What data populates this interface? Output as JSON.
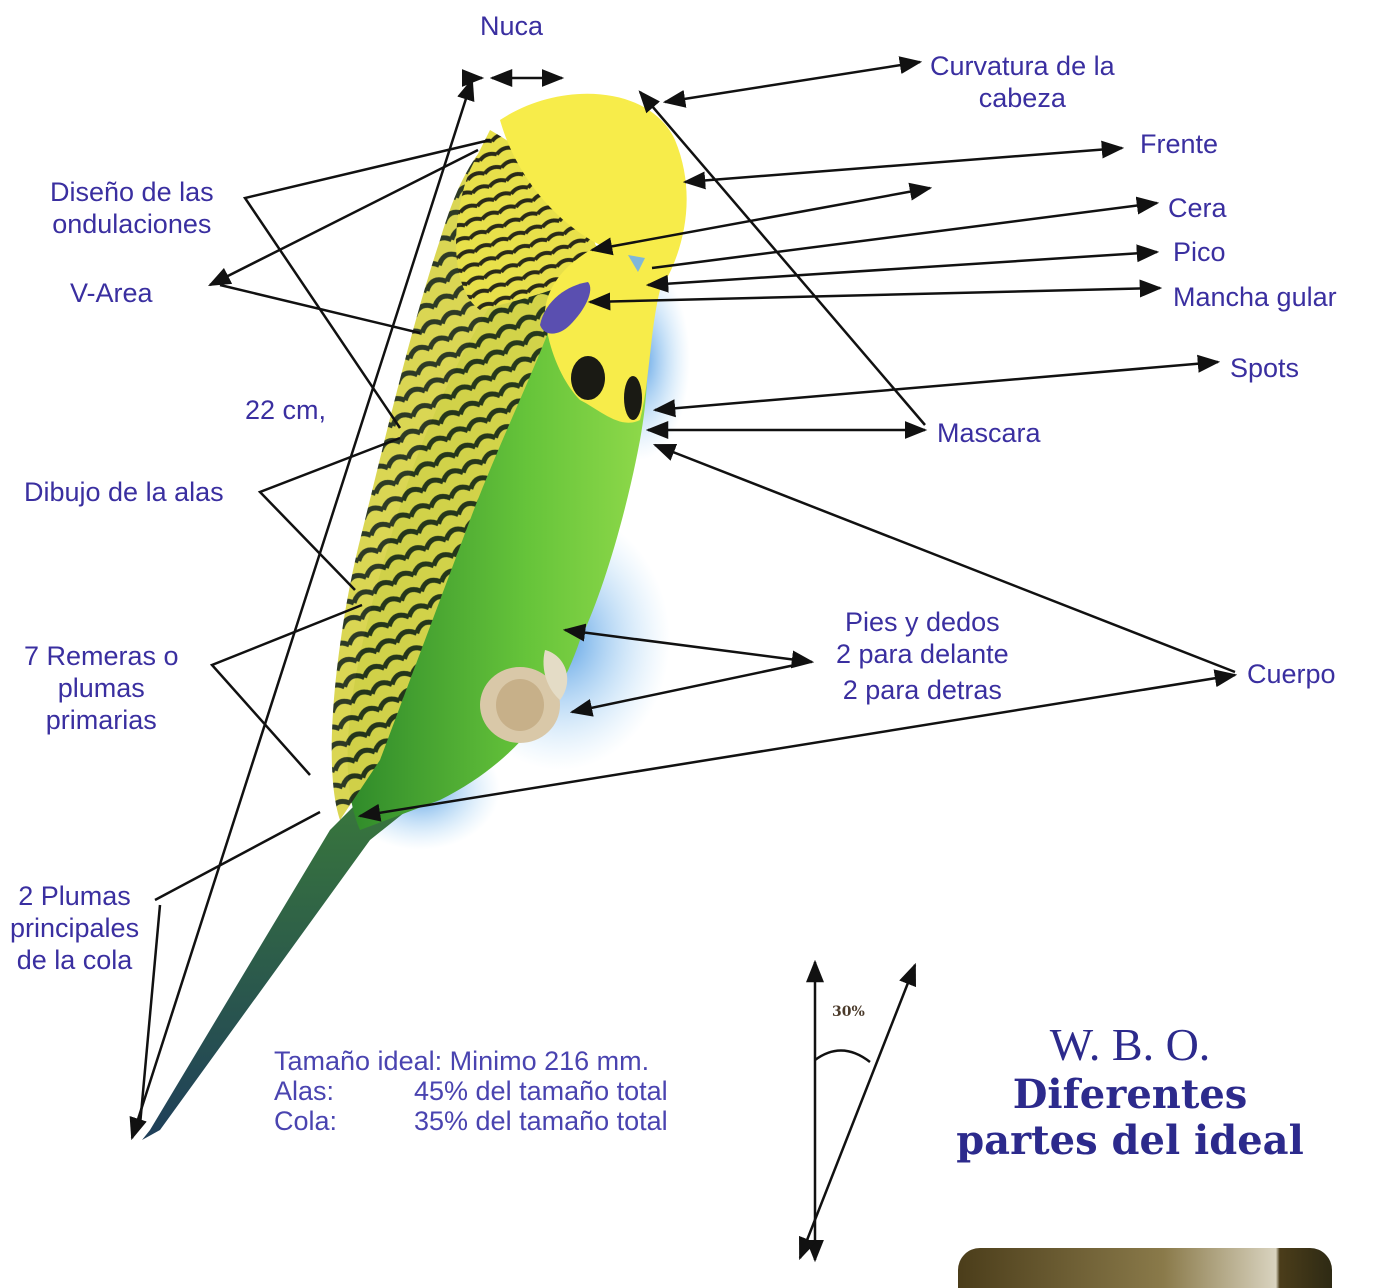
{
  "labels": {
    "nuca": "Nuca",
    "curvatura": [
      "Curvatura de la",
      "cabeza"
    ],
    "frente": "Frente",
    "cera": "Cera",
    "pico": "Pico",
    "mancha_gular": "Mancha gular",
    "spots": "Spots",
    "mascara": "Mascara",
    "diseno": [
      "Diseño de las",
      "ondulaciones"
    ],
    "v_area": "V-Area",
    "longitud": "22 cm,",
    "dibujo_alas": "Dibujo de la alas",
    "remeras": [
      "7 Remeras o",
      "plumas",
      "primarias"
    ],
    "pies": [
      "Pies y dedos",
      "2 para delante",
      "2 para detras"
    ],
    "cuerpo": "Cuerpo",
    "cola_plumas": [
      "2 Plumas",
      "principales",
      "de la cola"
    ]
  },
  "specs": {
    "tamano": "Tamaño ideal: Minimo 216 mm.",
    "alas_key": "Alas:",
    "alas_val": "45% del tamaño total",
    "cola_key": "Cola:",
    "cola_val": "35% del tamaño total"
  },
  "angle_label": "30%",
  "brand": {
    "org": "W. B. O.",
    "title_line1": "Diferentes",
    "title_line2": "partes del ideal"
  },
  "colors": {
    "label_text": "#3a2fa0",
    "head_yellow": "#f7ec4a",
    "body_green": "#5dbb3a",
    "shadow_blue": "#4aa3e0",
    "cheek_spot": "#5a4fb0",
    "brand_text": "#2c2a8c"
  }
}
